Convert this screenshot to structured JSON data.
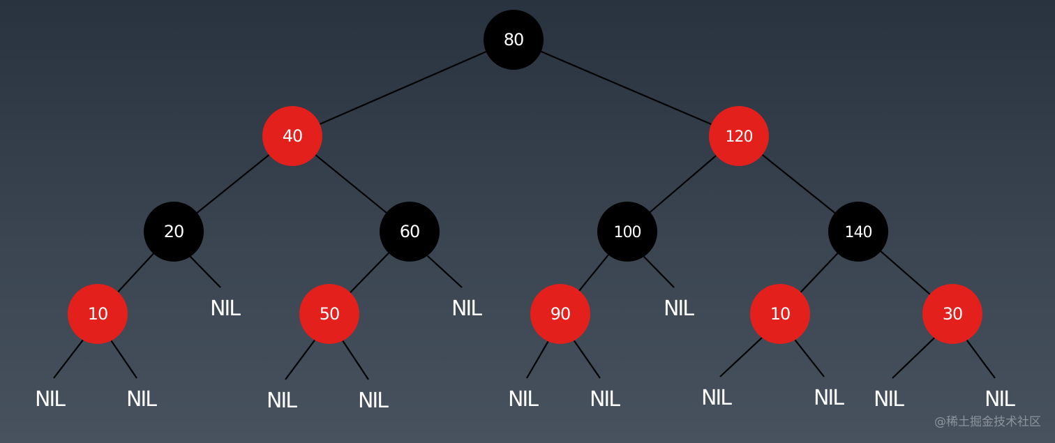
{
  "colors": {
    "red": "#e3201b",
    "black": "#000000",
    "edge": "#000000",
    "text": "#ffffff"
  },
  "nodes": [
    {
      "id": "n80",
      "label": "80",
      "color": "black",
      "parent": null
    },
    {
      "id": "n40",
      "label": "40",
      "color": "red",
      "parent": "n80"
    },
    {
      "id": "n120",
      "label": "120",
      "color": "red",
      "parent": "n80"
    },
    {
      "id": "n20",
      "label": "20",
      "color": "black",
      "parent": "n40"
    },
    {
      "id": "n60",
      "label": "60",
      "color": "black",
      "parent": "n40"
    },
    {
      "id": "n100",
      "label": "100",
      "color": "black",
      "parent": "n120"
    },
    {
      "id": "n140",
      "label": "140",
      "color": "black",
      "parent": "n120"
    },
    {
      "id": "n10a",
      "label": "10",
      "color": "red",
      "parent": "n20"
    },
    {
      "id": "nil1",
      "label": "NIL",
      "color": "nil",
      "parent": "n20"
    },
    {
      "id": "n50",
      "label": "50",
      "color": "red",
      "parent": "n60"
    },
    {
      "id": "nil2",
      "label": "NIL",
      "color": "nil",
      "parent": "n60"
    },
    {
      "id": "n90",
      "label": "90",
      "color": "red",
      "parent": "n100"
    },
    {
      "id": "nil3",
      "label": "NIL",
      "color": "nil",
      "parent": "n100"
    },
    {
      "id": "n10b",
      "label": "10",
      "color": "red",
      "parent": "n140"
    },
    {
      "id": "n30",
      "label": "30",
      "color": "red",
      "parent": "n140"
    },
    {
      "id": "nil4",
      "label": "NIL",
      "color": "nil",
      "parent": "n10a"
    },
    {
      "id": "nil5",
      "label": "NIL",
      "color": "nil",
      "parent": "n10a"
    },
    {
      "id": "nil6",
      "label": "NIL",
      "color": "nil",
      "parent": "n50"
    },
    {
      "id": "nil7",
      "label": "NIL",
      "color": "nil",
      "parent": "n50"
    },
    {
      "id": "nil8",
      "label": "NIL",
      "color": "nil",
      "parent": "n90"
    },
    {
      "id": "nil9",
      "label": "NIL",
      "color": "nil",
      "parent": "n90"
    },
    {
      "id": "nil10",
      "label": "NIL",
      "color": "nil",
      "parent": "n10b"
    },
    {
      "id": "nil11",
      "label": "NIL",
      "color": "nil",
      "parent": "n10b"
    },
    {
      "id": "nil12",
      "label": "NIL",
      "color": "nil",
      "parent": "n30"
    },
    {
      "id": "nil13",
      "label": "NIL",
      "color": "nil",
      "parent": "n30"
    }
  ],
  "watermark": "@稀土掘金技术社区"
}
